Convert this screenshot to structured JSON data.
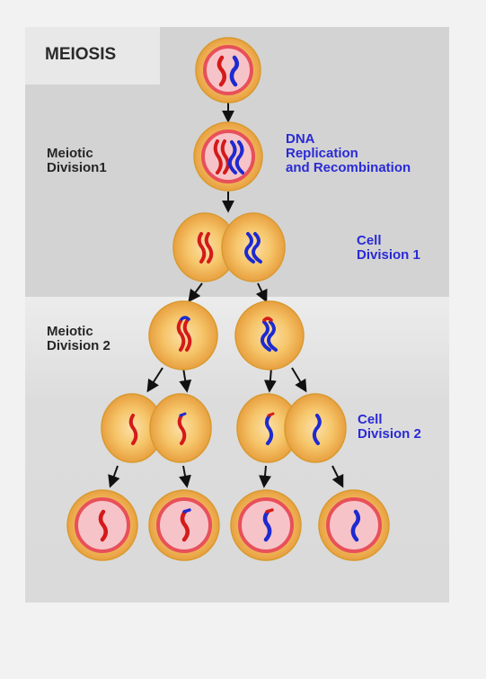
{
  "title": "MEIOSIS",
  "stages": {
    "division1": "Meiotic\nDivision1",
    "division2": "Meiotic\nDivision 2"
  },
  "events": {
    "replication": "DNA\nReplication\nand Recombination",
    "cell_division_1": "Cell\nDivision 1",
    "cell_division_2": "Cell\nDivision 2"
  },
  "colors": {
    "cell_outer": "#f6c66b",
    "cell_edge": "#d89a30",
    "nucleus_ring": "#e8505a",
    "nucleus_fill": "#f6c4c8",
    "chromosome_red": "#d41a1a",
    "chromosome_blue": "#1e2ad0",
    "arrow": "#111111"
  }
}
